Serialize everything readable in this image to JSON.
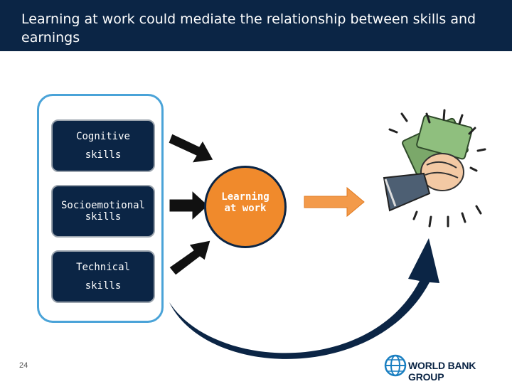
{
  "slide": {
    "title": "Learning at work could mediate the relationship between skills and earnings",
    "page_number": "24"
  },
  "skills": {
    "cognitive": {
      "line1": "Cognitive",
      "line2": "skills"
    },
    "socioemotional": {
      "line1": "Socioemotional",
      "line2": "skills"
    },
    "technical": {
      "line1": "Technical",
      "line2": "skills"
    }
  },
  "mediator": {
    "line1": "Learning",
    "line2": "at work"
  },
  "logo": {
    "text": "WORLD BANK GROUP",
    "icon": "globe-icon"
  },
  "colors": {
    "navy": "#0b2545",
    "orange": "#f08a2c",
    "frame_blue": "#4aa3d8",
    "arrow_orange": "#f39a4a"
  }
}
